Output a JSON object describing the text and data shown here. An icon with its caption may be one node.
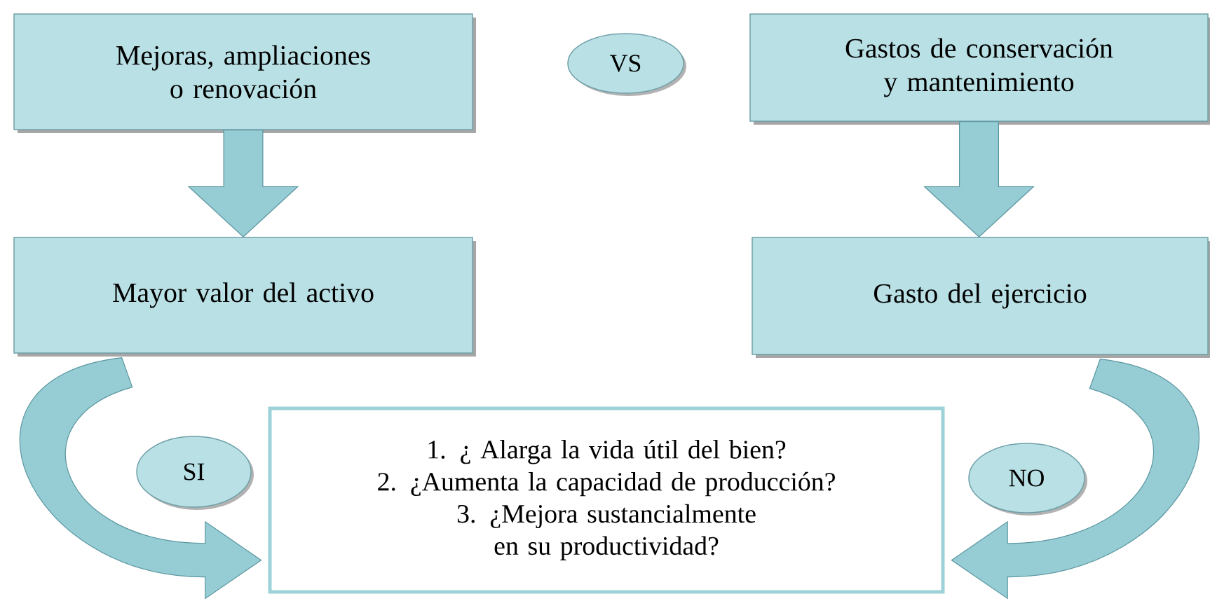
{
  "diagram": {
    "nodes": [
      {
        "text": [
          "Mejoras, ampliaciones o renovación"
        ]
      },
      {
        "text": [
          "VS"
        ]
      },
      {
        "text": [
          "Gastos de conservación y mantenimiento"
        ]
      },
      {
        "text": [
          "Mayor valor del activo"
        ]
      },
      {
        "text": [
          "Gasto del ejercicio"
        ]
      },
      {
        "text": [
          "1.   ¿ Alarga la vida útil del bien?",
          "2.   ¿Aumenta la capacidad de producción?",
          "3.   ¿Mejora sustancialmente en su productividad?"
        ]
      },
      {
        "text": [
          "SI"
        ]
      },
      {
        "text": [
          "NO"
        ]
      }
    ],
    "edges": [
      {
        "from": 0,
        "to": 3,
        "arrow": "to"
      },
      {
        "from": 2,
        "to": 4,
        "arrow": "to"
      },
      {
        "from": 3,
        "to": 5,
        "arrow": "to"
      },
      {
        "from": 4,
        "to": 5,
        "arrow": "to"
      }
    ]
  }
}
